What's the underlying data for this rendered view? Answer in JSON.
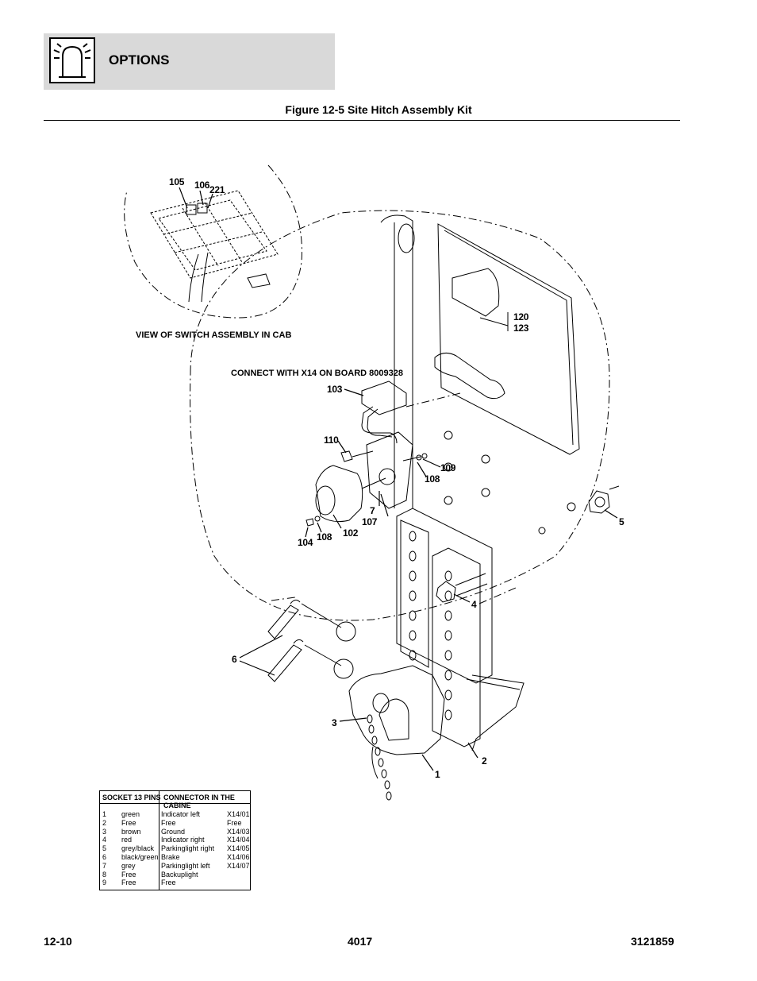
{
  "header": {
    "section_title": "OPTIONS",
    "icon": "beacon-light-icon"
  },
  "figure": {
    "title": "Figure 12-5 Site Hitch Assembly Kit"
  },
  "notes": {
    "switch_view": "VIEW OF SWITCH ASSEMBLY IN CAB",
    "connect": "CONNECT WITH X14 ON BOARD 8009328"
  },
  "callouts": {
    "c105": "105",
    "c106": "106",
    "c221": "221",
    "c120": "120",
    "c123": "123",
    "c103": "103",
    "c110": "110",
    "c109": "109",
    "c108a": "108",
    "c7": "7",
    "c107": "107",
    "c5": "5",
    "c104": "104",
    "c108b": "108",
    "c102": "102",
    "c4": "4",
    "c6": "6",
    "c3": "3",
    "c2": "2",
    "c1": "1"
  },
  "pin_table": {
    "header_left": "SOCKET  13 PINS",
    "header_right": "CONNECTOR IN THE CABINE",
    "rows": [
      {
        "pin": "1",
        "color": "green",
        "function": "Indicator left",
        "code": "X14/01"
      },
      {
        "pin": "2",
        "color": "Free",
        "function": "Free",
        "code": "Free"
      },
      {
        "pin": "3",
        "color": "brown",
        "function": "Ground",
        "code": "X14/03"
      },
      {
        "pin": "4",
        "color": "red",
        "function": "Indicator right",
        "code": "X14/04"
      },
      {
        "pin": "5",
        "color": "grey/black",
        "function": "Parkinglight right",
        "code": "X14/05"
      },
      {
        "pin": "6",
        "color": "black/green",
        "function": "Brake",
        "code": "X14/06"
      },
      {
        "pin": "7",
        "color": "grey",
        "function": "Parkinglight left",
        "code": "X14/07"
      },
      {
        "pin": "8",
        "color": "Free",
        "function": "Backuplight",
        "code": ""
      },
      {
        "pin": "9",
        "color": "Free",
        "function": "Free",
        "code": ""
      }
    ]
  },
  "footer": {
    "page": "12-10",
    "model": "4017",
    "manual": "3121859"
  }
}
